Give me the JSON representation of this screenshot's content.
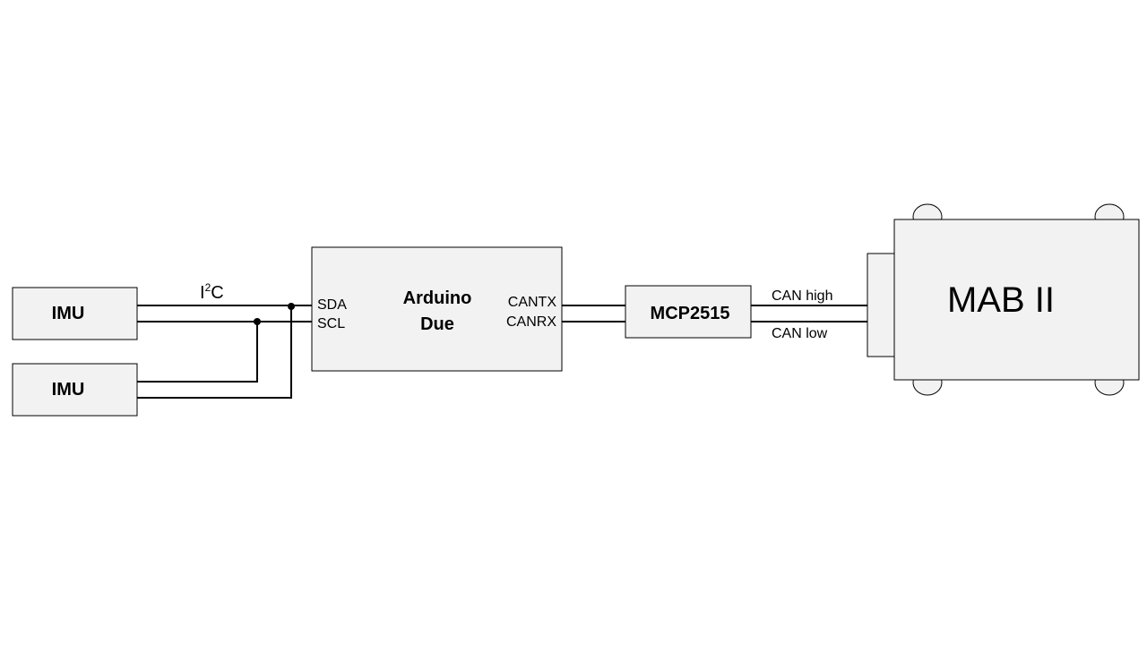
{
  "blocks": {
    "imu1": "IMU",
    "imu2": "IMU",
    "arduino_line1": "Arduino",
    "arduino_line2": "Due",
    "mcp": "MCP2515",
    "mab": "MAB II"
  },
  "pins": {
    "sda": "SDA",
    "scl": "SCL",
    "cantx": "CANTX",
    "canrx": "CANRX"
  },
  "bus": {
    "i2c_base": "I",
    "i2c_sup": "2",
    "i2c_end": "C",
    "can_high": "CAN high",
    "can_low": "CAN low"
  },
  "colors": {
    "block_fill": "#f2f2f2",
    "line": "#000000",
    "background": "#ffffff"
  }
}
